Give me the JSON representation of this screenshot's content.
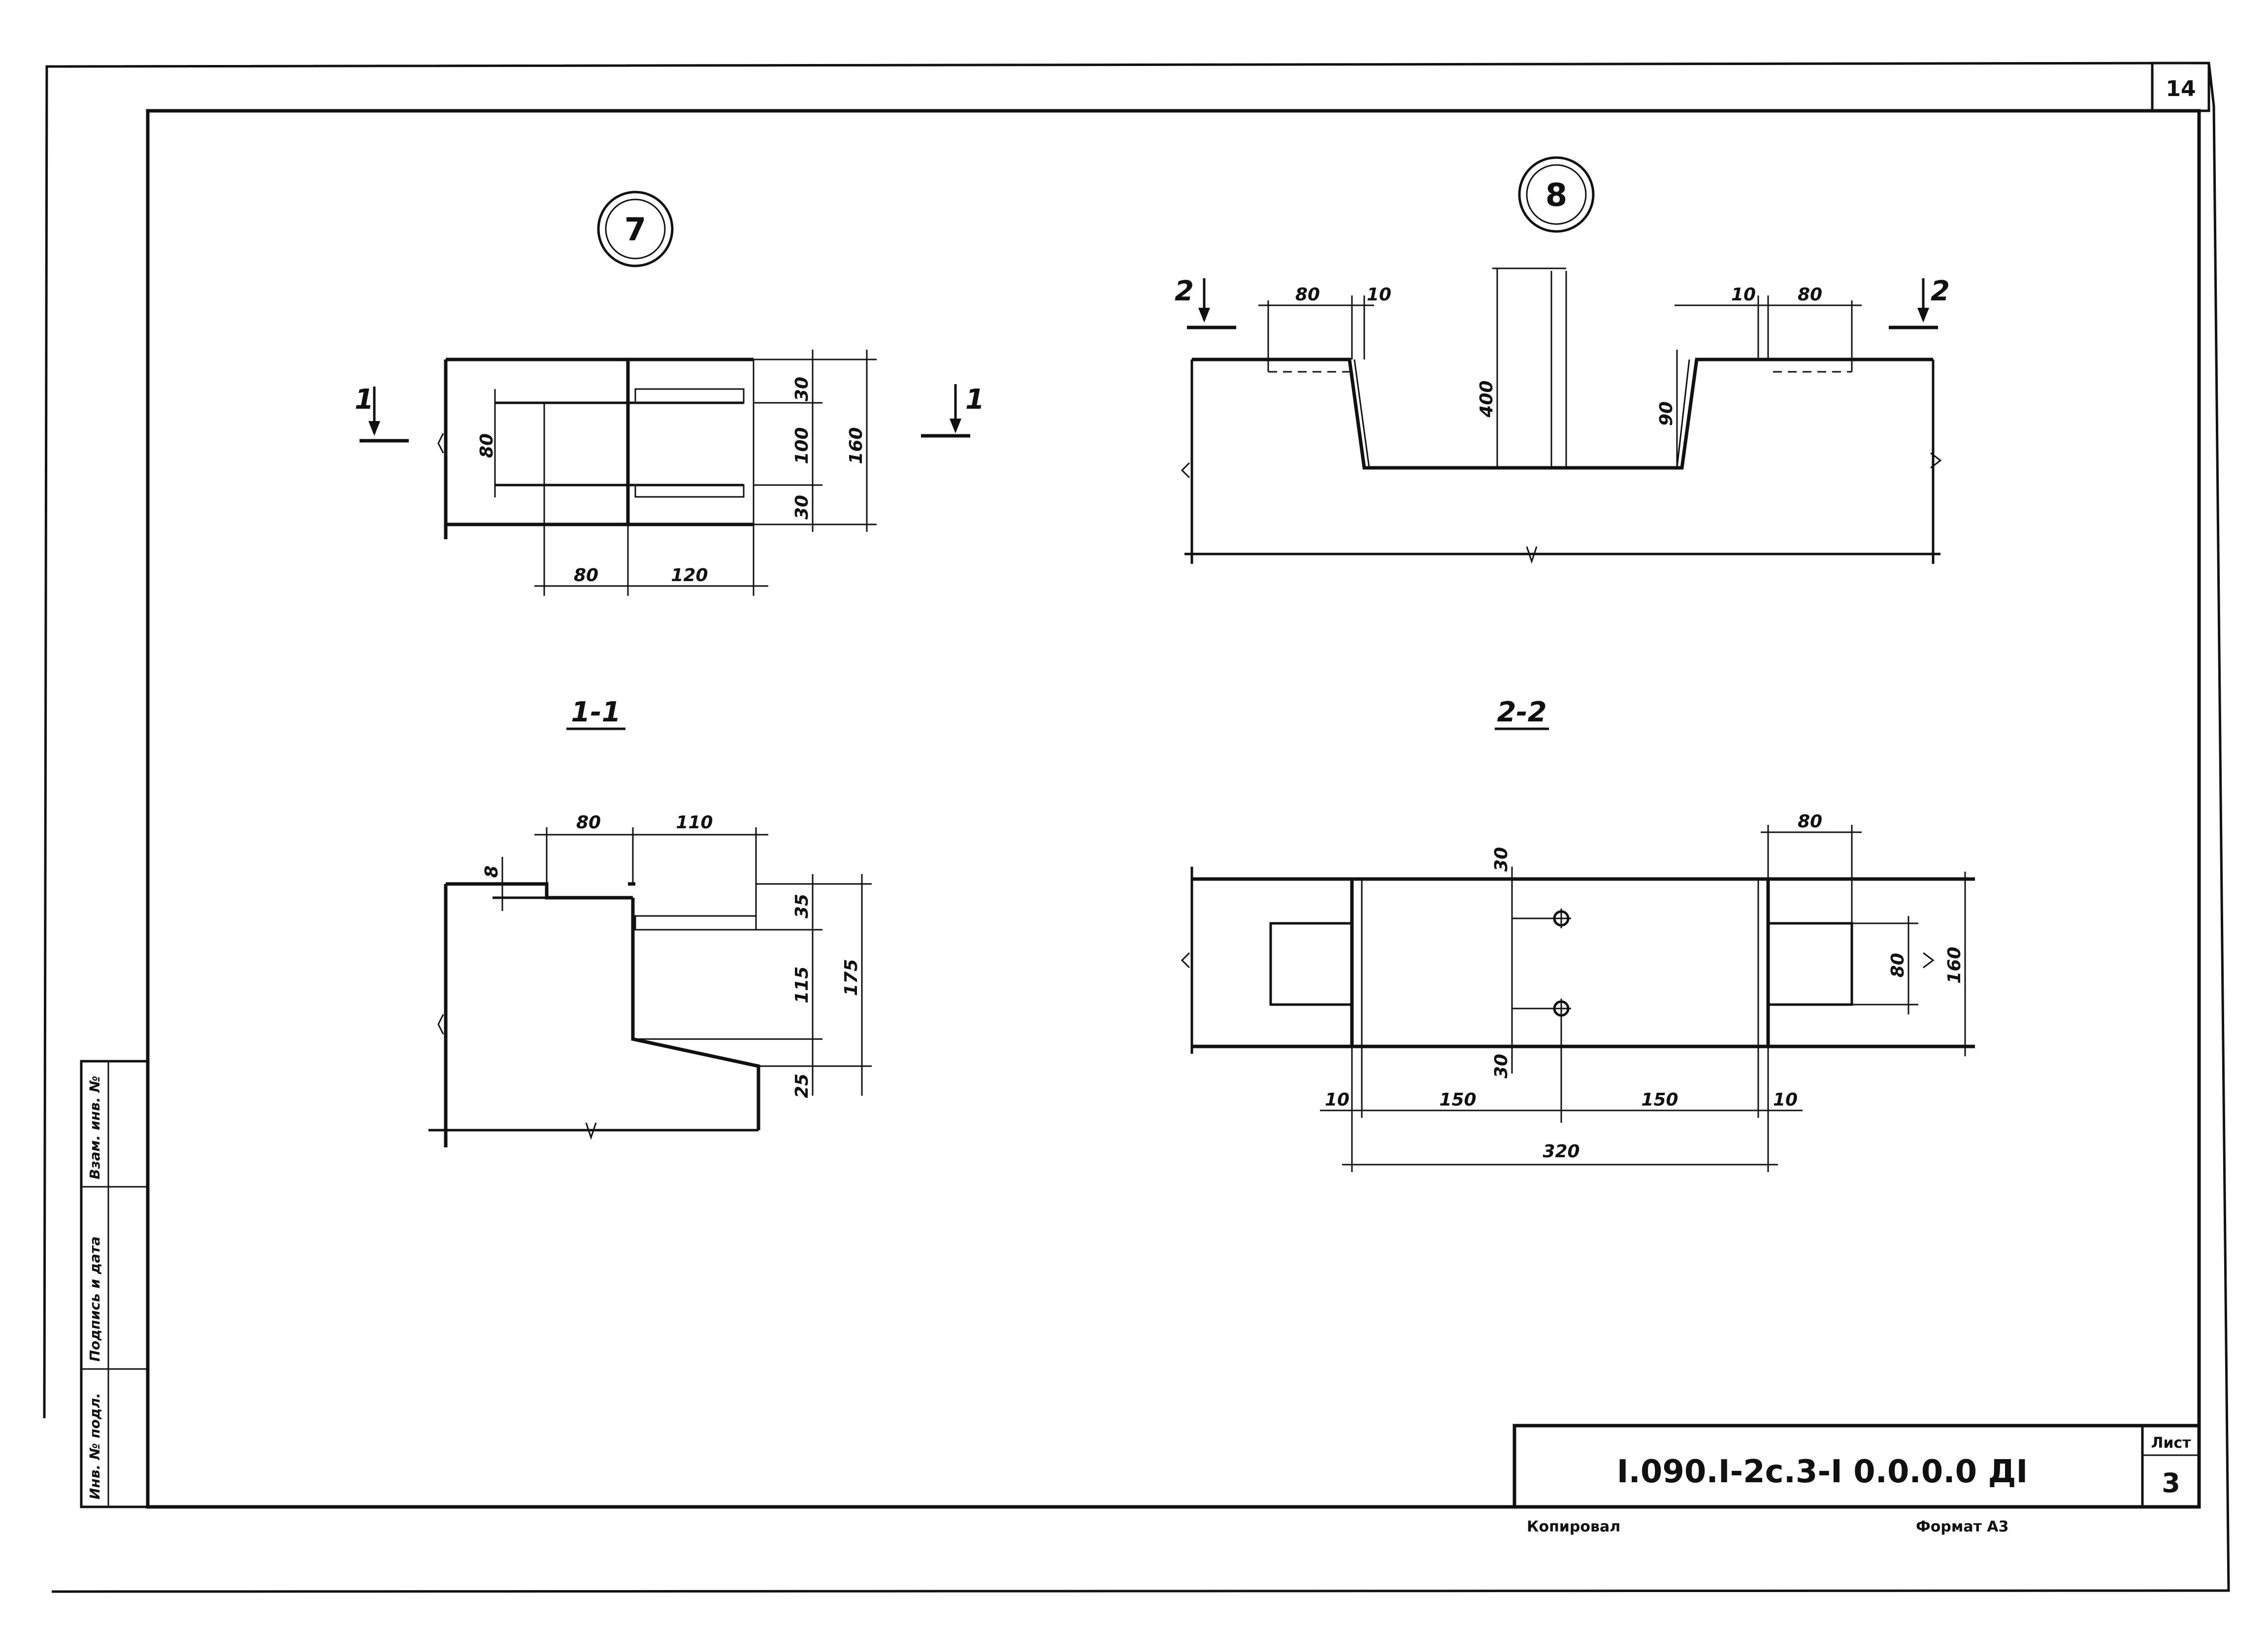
{
  "page_number": "14",
  "callouts": {
    "detail_7": "7",
    "detail_8": "8"
  },
  "cut_marks": {
    "one": "1",
    "two": "2"
  },
  "sections": {
    "s1": "1-1",
    "s2": "2-2"
  },
  "dimensions": {
    "d7": {
      "w80": "80",
      "w120": "120",
      "v30a": "30",
      "v100": "100",
      "v30b": "30",
      "v160": "160",
      "v80": "80"
    },
    "s11": {
      "w80": "80",
      "w110": "110",
      "v8": "8",
      "v35": "35",
      "v115": "115",
      "v175": "175",
      "v25": "25"
    },
    "d8": {
      "w80a": "80",
      "w10a": "10",
      "w10b": "10",
      "w80b": "80",
      "v400": "400",
      "v90": "90"
    },
    "s22": {
      "w80": "80",
      "v30a": "30",
      "v30b": "30",
      "v80": "80",
      "v160": "160",
      "w10a": "10",
      "w150a": "150",
      "w150b": "150",
      "w10b": "10",
      "w320": "320"
    }
  },
  "side_stamp": {
    "col1": "Инв. № подл.",
    "col2": "Подпись и дата",
    "col3": "Взам. инв. №"
  },
  "title_block": {
    "doc_code": "I.090.I-2c.3-I 0.0.0.0 ДI",
    "sheet_label": "Лист",
    "sheet_number": "3"
  },
  "footer": {
    "copied": "Копировал",
    "format": "Формат А3"
  },
  "colors": {
    "ink": "#111111",
    "paper": "#ffffff"
  }
}
